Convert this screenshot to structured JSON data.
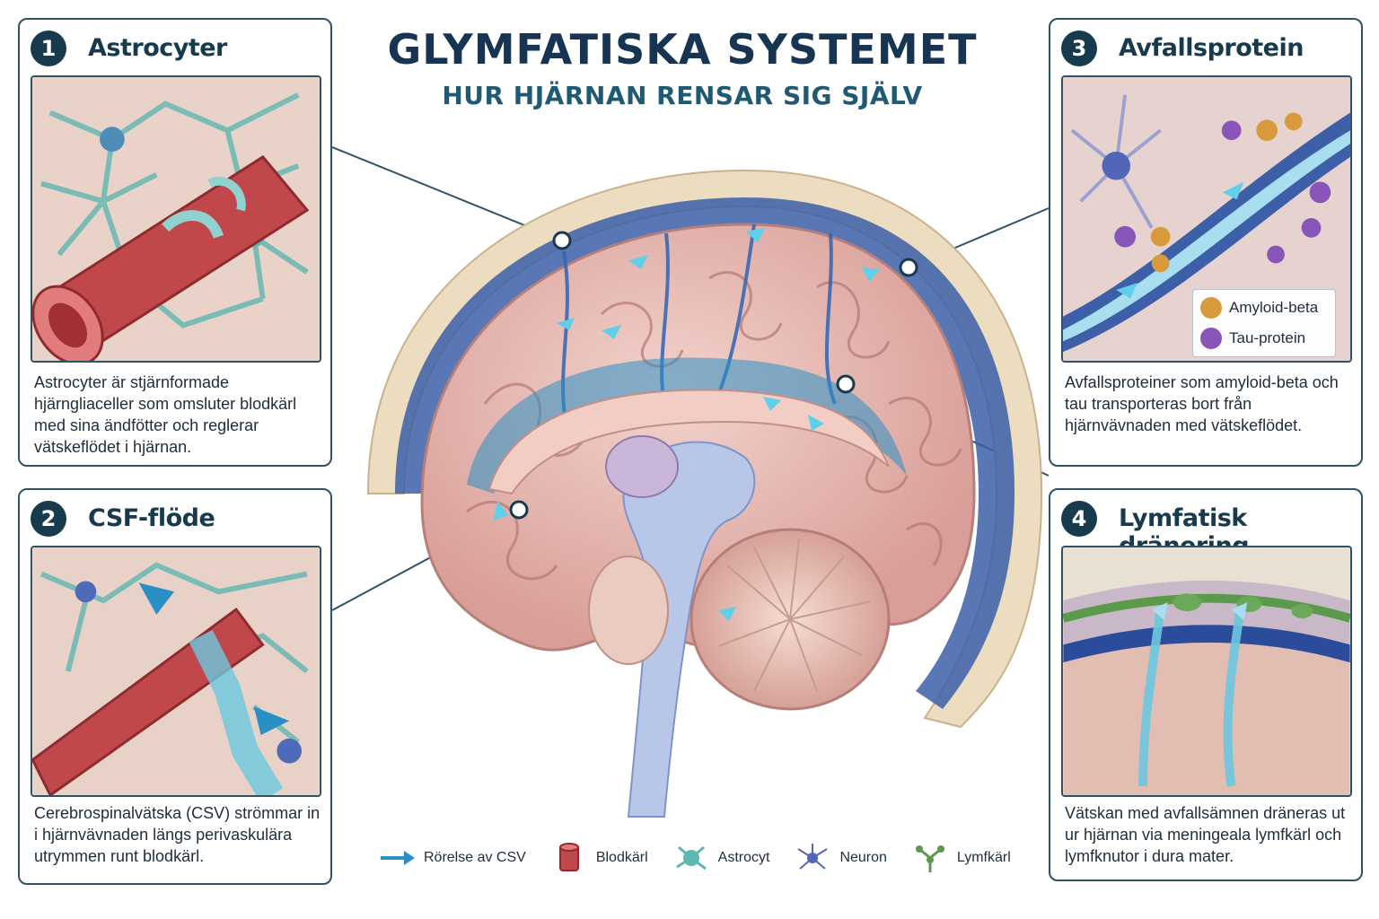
{
  "header": {
    "title": "GLYMFATISKA SYSTEMET",
    "subtitle": "HUR HJÄRNAN RENSAR SIG SJÄLV"
  },
  "panels": [
    {
      "number": "1",
      "title": "Astrocyter",
      "text": "Astrocyter är stjärnformade hjärngliaceller som omsluter blodkärl med sina ändfötter och reglerar vätskeflödet i hjärnan."
    },
    {
      "number": "2",
      "title": "CSF-flöde",
      "text": "Cerebrospinalvätska (CSV) strömmar in i hjärnvävnaden längs perivaskulära utrymmen runt blodkärl."
    },
    {
      "number": "3",
      "title": "Avfallsprotein",
      "text": "Avfallsproteiner som amyloid-beta och tau transporteras bort från hjärnvävnaden med vätskeflödet."
    },
    {
      "number": "4",
      "title": "Lymfatisk dränering",
      "text": "Vätskan med avfallsämnen dräneras ut ur hjärnan via meningeala lymfkärl och lymfknutor i dura mater."
    }
  ],
  "protein_legend": [
    {
      "label": "Amyloid-beta",
      "color": "#d99a3e"
    },
    {
      "label": "Tau-protein",
      "color": "#8a55b8"
    }
  ],
  "legend": [
    {
      "label": "Rörelse av CSV",
      "icon": "csv-arrow-icon"
    },
    {
      "label": "Blodkärl",
      "icon": "blood-vessel-icon"
    },
    {
      "label": "Astrocyt",
      "icon": "astrocyte-icon"
    },
    {
      "label": "Neuron",
      "icon": "neuron-icon"
    },
    {
      "label": "Lymfkärl",
      "icon": "lymph-vessel-icon"
    }
  ],
  "colors": {
    "title": "#173552",
    "subtitle": "#1e5a73",
    "csf_blue": "#2a8fc4",
    "vessel_red": "#c0474a",
    "astrocyte_teal": "#5fb7b1",
    "brain_pink": "#e9b9b3",
    "lymph_green": "#5a9a4a"
  }
}
